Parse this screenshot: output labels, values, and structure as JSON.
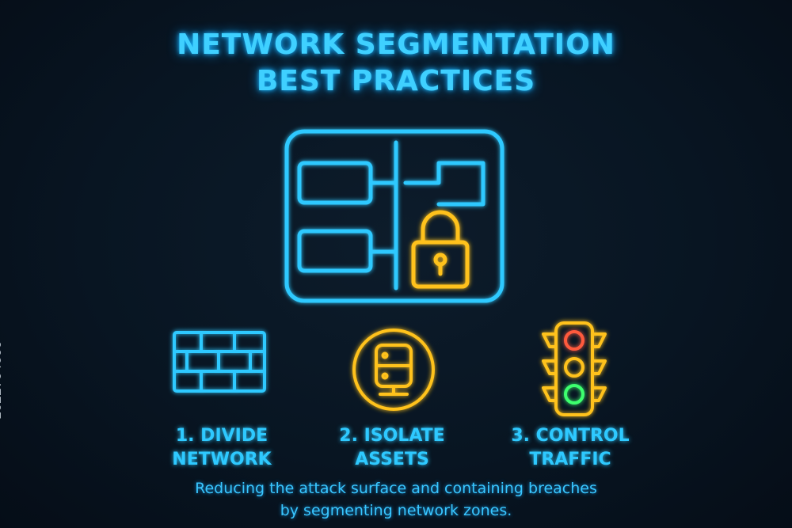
{
  "title": {
    "line1": "NETWORK SEGMENTATION",
    "line2": "BEST PRACTICES"
  },
  "steps": [
    {
      "line1": "1. DIVIDE",
      "line2": "NETWORK",
      "icon": "firewall-brick-icon",
      "color": "#2ec9ff"
    },
    {
      "line1": "2. ISOLATE",
      "line2": "ASSETS",
      "icon": "server-icon",
      "color": "#ffc21a"
    },
    {
      "line1": "3. CONTROL",
      "line2": "TRAFFIC",
      "icon": "traffic-light-icon",
      "color": "#ffc21a"
    }
  ],
  "caption": {
    "line1": "Reducing the attack surface and containing breaches",
    "line2": "by segmenting network zones."
  },
  "stock_id": "1622704600",
  "colors": {
    "cyan": "#2ec9ff",
    "amber": "#ffc21a",
    "red": "#ff5a3c",
    "green": "#3cff6e"
  }
}
